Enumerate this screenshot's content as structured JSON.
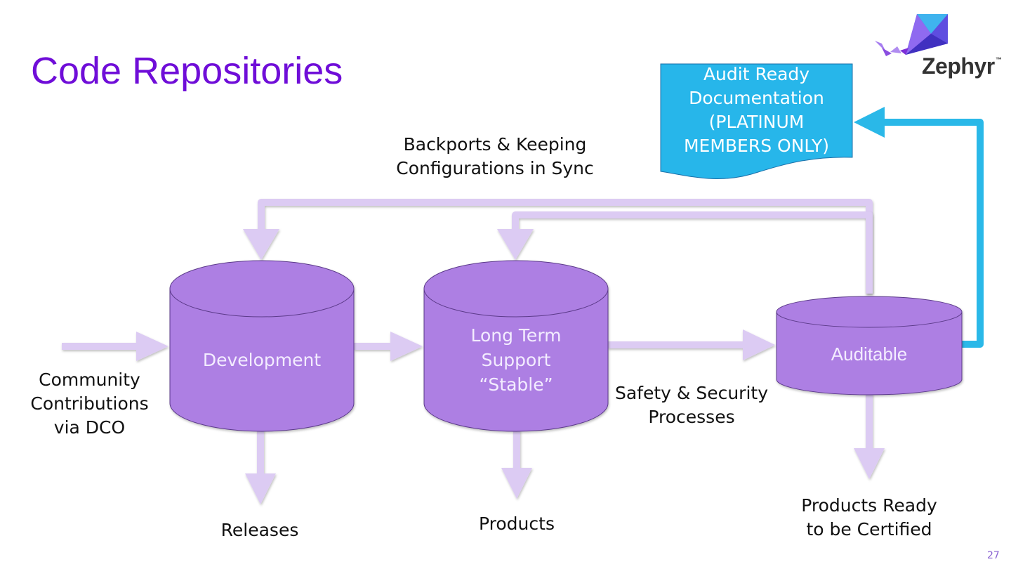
{
  "slide": {
    "title": "Code Repositories",
    "page_number": "27",
    "logo": {
      "name": "Zephyr",
      "trademark": "™"
    }
  },
  "colors": {
    "title": "#6f0dd8",
    "cylinder_fill": "#ad7fe3",
    "cylinder_stroke": "#5c3a8a",
    "arrow_light_purple": "#dccbf3",
    "doc_fill": "#27b6ea",
    "arrow_blue": "#2ab8e8",
    "page_number": "#8a63d2"
  },
  "diagram": {
    "repositories": [
      {
        "id": "development",
        "label": "Development"
      },
      {
        "id": "lts",
        "label": "Long Term\nSupport\n“Stable”"
      },
      {
        "id": "auditable",
        "label": "Auditable"
      }
    ],
    "document": {
      "label": "Audit Ready\nDocumentation\n(PLATINUM\nMEMBERS ONLY)"
    },
    "labels": {
      "backports": "Backports & Keeping\nConfigurations in Sync",
      "community": "Community\nContributions\nvia DCO",
      "safety": "Safety & Security\nProcesses",
      "releases": "Releases",
      "products": "Products",
      "products_ready": "Products Ready\nto be Certified"
    },
    "edges": [
      {
        "from": "community",
        "to": "development"
      },
      {
        "from": "development",
        "to": "lts"
      },
      {
        "from": "lts",
        "to": "auditable",
        "label": "Safety & Security Processes"
      },
      {
        "from": "auditable",
        "to": "development",
        "label": "Backports & Keeping Configurations in Sync"
      },
      {
        "from": "auditable",
        "to": "lts",
        "label": "Backports & Keeping Configurations in Sync"
      },
      {
        "from": "auditable",
        "to": "document"
      },
      {
        "from": "development",
        "to": "releases"
      },
      {
        "from": "lts",
        "to": "products"
      },
      {
        "from": "auditable",
        "to": "products_ready"
      }
    ]
  }
}
